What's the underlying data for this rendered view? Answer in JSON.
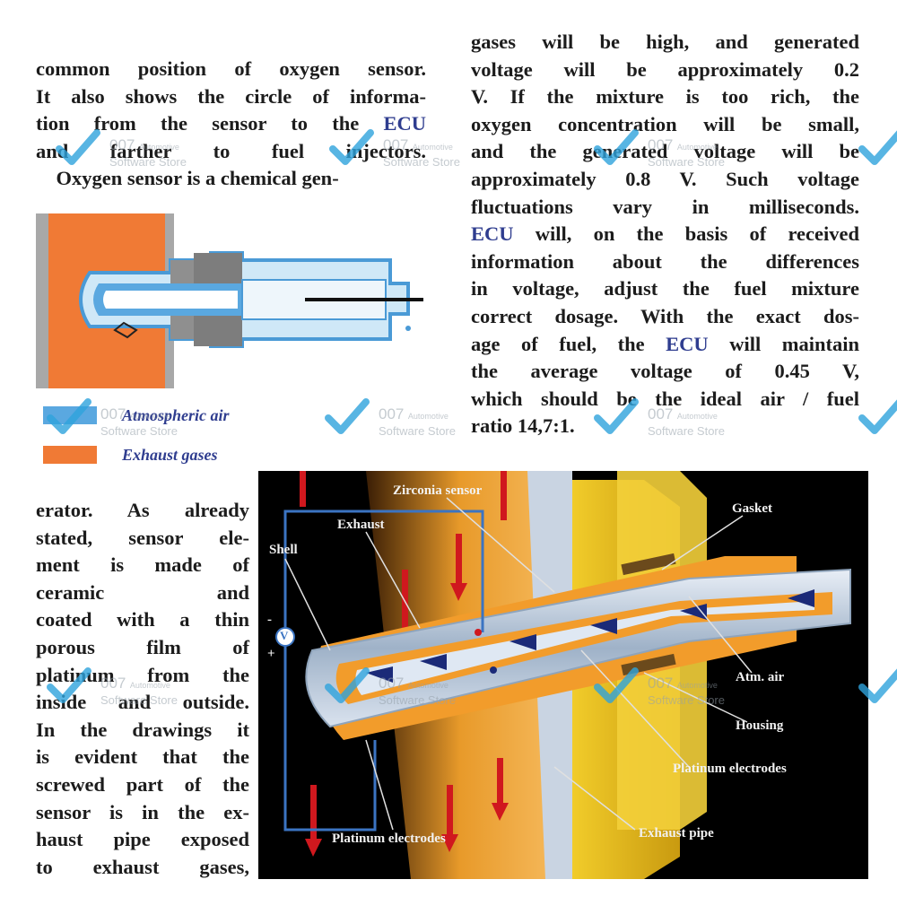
{
  "left_top_lines": [
    "common position of oxygen sensor.",
    "It also shows the circle of informa-",
    [
      "tion from the sensor to the ",
      "ECU"
    ],
    "and farther to fuel injectors.",
    "    Oxygen sensor is a chemical gen-"
  ],
  "left_bottom_lines": [
    "erator. As already",
    "stated, sensor ele-",
    "ment is made of",
    "ceramic and",
    "coated with a thin",
    "porous film of",
    "platinum from the",
    "inside and outside.",
    "In the drawings it",
    "is evident that the",
    "screwed part of the",
    "sensor is in the ex-",
    "haust pipe exposed",
    "to exhaust gases,"
  ],
  "right_lines": [
    "gases will be high, and generated",
    "voltage will be approximately 0.2",
    "V. If the mixture is too rich, the",
    "oxygen concentration will be small,",
    "and the generated voltage will be",
    "approximately 0.8 V. Such voltage",
    "fluctuations vary in milliseconds.",
    [
      "",
      "ECU",
      " will, on the basis of received"
    ],
    "information about the differences",
    "in voltage, adjust the fuel mixture",
    "correct dosage. With the exact dos-",
    [
      "age of fuel, the ",
      "ECU",
      " will maintain"
    ],
    "the average voltage of 0.45 V,",
    "which should be the ideal air / fuel",
    "ratio 14,7:1."
  ],
  "legend": {
    "atmospheric_air": "Atmospheric air",
    "exhaust_gases": "Exhaust gases"
  },
  "diagram_labels": {
    "zirconia_sensor": "Zirconia sensor",
    "exhaust": "Exhaust",
    "shell": "Shell",
    "gasket": "Gasket",
    "atm_air": "Atm. air",
    "housing": "Housing",
    "platinum_electrodes_right": "Platinum electrodes",
    "platinum_electrodes_bottom": "Platinum electrodes",
    "exhaust_pipe": "Exhaust pipe",
    "voltmeter": "V",
    "minus": "-",
    "plus": "+"
  },
  "watermark": {
    "number": "007",
    "word": "Automotive",
    "store": "Software Store"
  },
  "colors": {
    "exhaust_orange": "#f07a35",
    "air_blue": "#5aa8e0",
    "ecu_text": "#2f3d8f",
    "check_blue": "#2ea3dc"
  }
}
